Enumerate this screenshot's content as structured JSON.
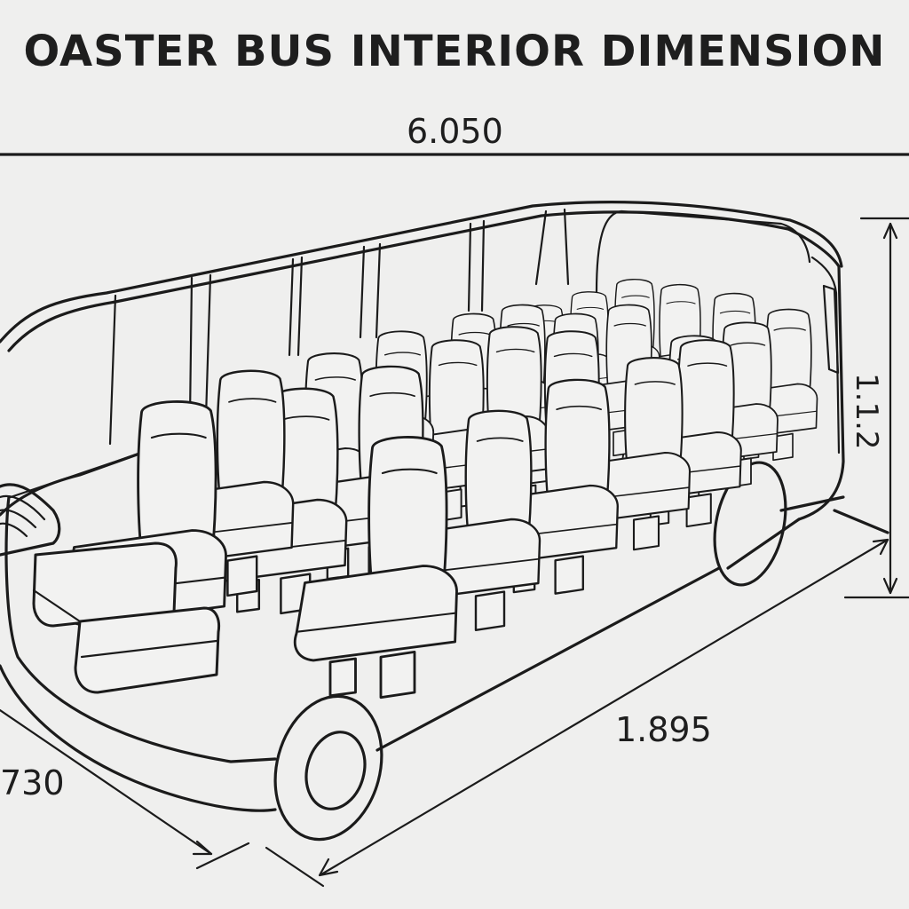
{
  "diagram": {
    "title": "OASTER BUS INTERIOR DIMENSION",
    "dimensions": {
      "overall_length": "6.050",
      "floor_length": "1.895",
      "width": "730",
      "height": "1.1.2"
    }
  },
  "colors": {
    "background": "#efefee",
    "line": "#1b1b1b"
  }
}
